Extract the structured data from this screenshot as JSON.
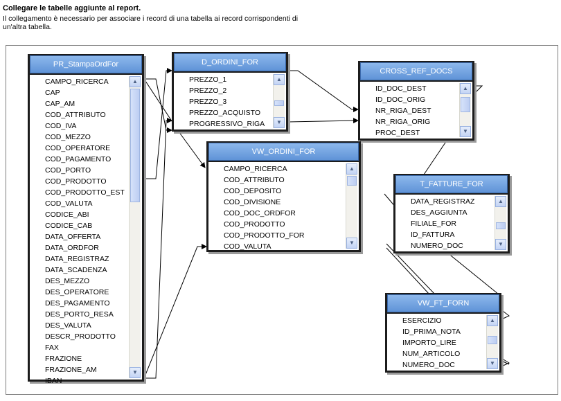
{
  "header": {
    "title": "Collegare le tabelle aggiunte al report.",
    "description": "Il collegamento è necessario per associare i record di una tabella ai record corrispondenti di un'altra tabella."
  },
  "icons": {
    "scroll_up": "scroll-up-arrow-icon",
    "scroll_down": "scroll-down-arrow-icon"
  },
  "colors": {
    "title_bar_top": "#8db8ec",
    "title_bar_bottom": "#5f93d7",
    "frame": "#1c1c1c",
    "link_line": "#000000"
  },
  "tables": {
    "pr_stampa": {
      "title": "PR_StampaOrdFor",
      "fields": [
        "CAMPO_RICERCA",
        "CAP",
        "CAP_AM",
        "COD_ATTRIBUTO",
        "COD_IVA",
        "COD_MEZZO",
        "COD_OPERATORE",
        "COD_PAGAMENTO",
        "COD_PORTO",
        "COD_PRODOTTO",
        "COD_PRODOTTO_EST",
        "COD_VALUTA",
        "CODICE_ABI",
        "CODICE_CAB",
        "DATA_OFFERTA",
        "DATA_ORDFOR",
        "DATA_REGISTRAZ",
        "DATA_SCADENZA",
        "DES_MEZZO",
        "DES_OPERATORE",
        "DES_PAGAMENTO",
        "DES_PORTO_RESA",
        "DES_VALUTA",
        "DESCR_PRODOTTO",
        "FAX",
        "FRAZIONE",
        "FRAZIONE_AM",
        "IBAN"
      ]
    },
    "d_ordini": {
      "title": "D_ORDINI_FOR",
      "fields": [
        "PREZZO_1",
        "PREZZO_2",
        "PREZZO_3",
        "PREZZO_ACQUISTO",
        "PROGRESSIVO_RIGA"
      ]
    },
    "cross_ref": {
      "title": "CROSS_REF_DOCS",
      "fields": [
        "ID_DOC_DEST",
        "ID_DOC_ORIG",
        "NR_RIGA_DEST",
        "NR_RIGA_ORIG",
        "PROC_DEST"
      ]
    },
    "vw_ordini": {
      "title": "VW_ORDINI_FOR",
      "fields": [
        "CAMPO_RICERCA",
        "COD_ATTRIBUTO",
        "COD_DEPOSITO",
        "COD_DIVISIONE",
        "COD_DOC_ORDFOR",
        "COD_PRODOTTO",
        "COD_PRODOTTO_FOR",
        "COD_VALUTA"
      ]
    },
    "t_fatture": {
      "title": "T_FATTURE_FOR",
      "fields": [
        "DATA_REGISTRAZ",
        "DES_AGGIUNTA",
        "FILIALE_FOR",
        "ID_FATTURA",
        "NUMERO_DOC"
      ]
    },
    "vw_ft_forn": {
      "title": "VW_FT_FORN",
      "fields": [
        "ESERCIZIO",
        "ID_PRIMA_NOTA",
        "IMPORTO_LIRE",
        "NUM_ARTICOLO",
        "NUMERO_DOC"
      ]
    }
  }
}
